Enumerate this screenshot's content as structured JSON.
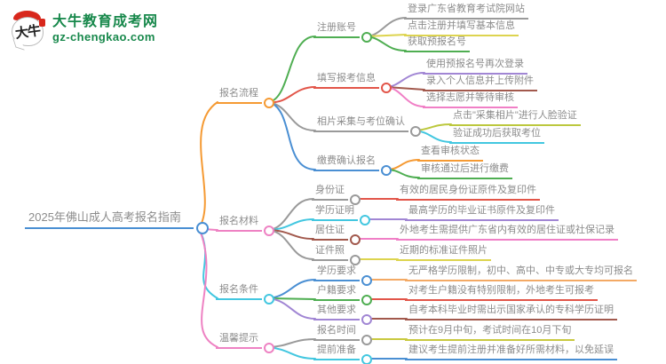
{
  "site": {
    "logo_glyph": "大牛",
    "logo_title": "大牛教育成考网",
    "logo_domain": "gz-chengkao.com",
    "brand_green": "#17884b",
    "brand_red": "#d8271c",
    "bubble_border": "#b9b9b9"
  },
  "mindmap": {
    "root": {
      "label": "2025年佛山成人高考报名指南",
      "color": "#4a8fd3"
    },
    "branches": [
      {
        "label": "报名流程",
        "color": "#f59a33",
        "children": [
          {
            "label": "注册账号",
            "color": "#4fae52",
            "leaves": [
              {
                "label": "登录广东省教育考试院网站",
                "color": "#9a9a9a"
              },
              {
                "label": "点击注册并填写基本信息",
                "color": "#ddd44f"
              },
              {
                "label": "获取预报名号",
                "color": "#4fae52"
              }
            ]
          },
          {
            "label": "填写报考信息",
            "color": "#e25549",
            "leaves": [
              {
                "label": "使用预报名号再次登录",
                "color": "#a186d4"
              },
              {
                "label": "录入个人信息并上传附件",
                "color": "#a2594d"
              },
              {
                "label": "选择志愿并等待审核",
                "color": "#f07fc6"
              }
            ]
          },
          {
            "label": "相片采集与考位确认",
            "color": "#9a9a9a",
            "leaves": [
              {
                "label": "点击\"采集相片\"进行人脸验证",
                "color": "#bcc83e"
              },
              {
                "label": "验证成功后获取考位",
                "color": "#43c7e0"
              }
            ]
          },
          {
            "label": "缴费确认报名",
            "color": "#4a8fd3",
            "leaves": [
              {
                "label": "查看审核状态",
                "color": "#f59a33"
              },
              {
                "label": "审核通过后进行缴费",
                "color": "#4fae52"
              }
            ]
          }
        ]
      },
      {
        "label": "报名材料",
        "color": "#ee82c3",
        "children": [
          {
            "label": "身份证",
            "color": "#9a9a9a",
            "leaves": [
              {
                "label": "有效的居民身份证原件及复印件",
                "color": "#e25549"
              }
            ]
          },
          {
            "label": "学历证明",
            "color": "#43c7e0",
            "leaves": [
              {
                "label": "最高学历的毕业证书原件及复印件",
                "color": "#a186d4"
              }
            ]
          },
          {
            "label": "居住证",
            "color": "#a2594d",
            "leaves": [
              {
                "label": "外地考生需提供广东省内有效的居住证或社保记录",
                "color": "#f07fc6"
              }
            ]
          },
          {
            "label": "证件照",
            "color": "#9a9a9a",
            "leaves": [
              {
                "label": "近期的标准证件照片",
                "color": "#ddd44f"
              }
            ]
          }
        ]
      },
      {
        "label": "报名条件",
        "color": "#43c7e0",
        "children": [
          {
            "label": "学历要求",
            "color": "#4a8fd3",
            "leaves": [
              {
                "label": "无严格学历限制，初中、高中、中专或大专均可报名",
                "color": "#f3a964"
              }
            ]
          },
          {
            "label": "户籍要求",
            "color": "#4fae52",
            "leaves": [
              {
                "label": "对考生户籍没有特别限制，外地考生可报考",
                "color": "#e25549"
              }
            ]
          },
          {
            "label": "其他要求",
            "color": "#a186d4",
            "leaves": [
              {
                "label": "自考本科毕业时需出示国家承认的专科学历证明",
                "color": "#a2594d"
              }
            ]
          }
        ]
      },
      {
        "label": "温馨提示",
        "color": "#ee82c3",
        "children": [
          {
            "label": "报名时间",
            "color": "#9a9a9a",
            "leaves": [
              {
                "label": "预计在9月中旬，考试时间在10月下旬",
                "color": "#c9c93f"
              }
            ]
          },
          {
            "label": "提前准备",
            "color": "#43c7e0",
            "leaves": [
              {
                "label": "建议考生提前注册并准备好所需材料，以免延误",
                "color": "#4a8fd3"
              }
            ]
          }
        ]
      }
    ]
  }
}
